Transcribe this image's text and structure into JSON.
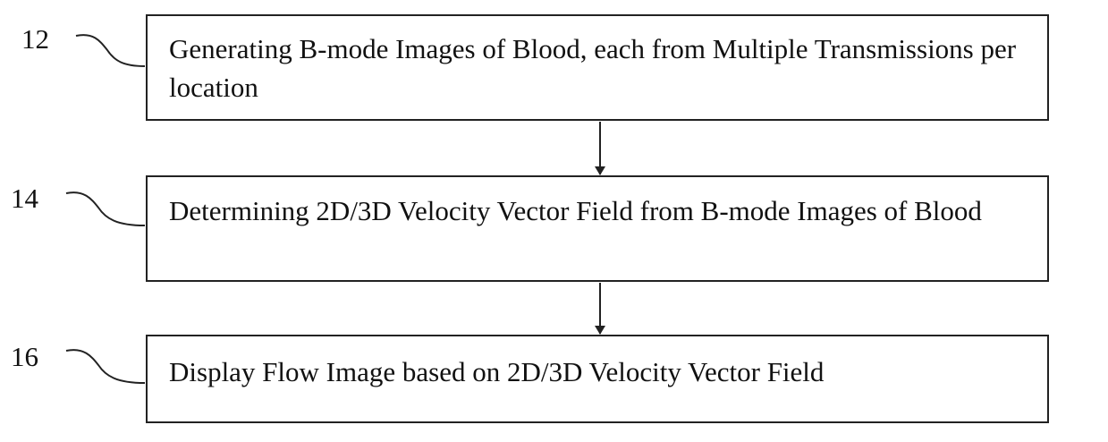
{
  "diagram": {
    "steps": [
      {
        "ref": "12",
        "text": "Generating B-mode Images of Blood, each from Multiple Transmissions per location"
      },
      {
        "ref": "14",
        "text": "Determining 2D/3D Velocity Vector Field from B-mode Images of Blood"
      },
      {
        "ref": "16",
        "text": "Display Flow Image based on 2D/3D Velocity Vector Field"
      }
    ],
    "colors": {
      "line": "#222222",
      "background": "#ffffff",
      "text": "#111111"
    }
  }
}
